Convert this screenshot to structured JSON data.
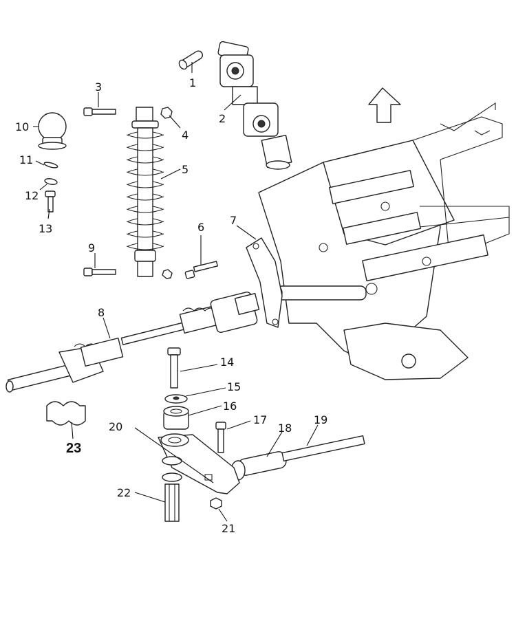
{
  "callouts": [
    {
      "id": "1",
      "label": "1"
    },
    {
      "id": "2",
      "label": "2"
    },
    {
      "id": "3",
      "label": "3"
    },
    {
      "id": "4",
      "label": "4"
    },
    {
      "id": "5",
      "label": "5"
    },
    {
      "id": "6",
      "label": "6"
    },
    {
      "id": "7",
      "label": "7"
    },
    {
      "id": "8",
      "label": "8"
    },
    {
      "id": "9",
      "label": "9"
    },
    {
      "id": "10",
      "label": "10"
    },
    {
      "id": "11",
      "label": "11"
    },
    {
      "id": "12",
      "label": "12"
    },
    {
      "id": "13",
      "label": "13"
    },
    {
      "id": "14",
      "label": "14"
    },
    {
      "id": "15",
      "label": "15"
    },
    {
      "id": "16",
      "label": "16"
    },
    {
      "id": "17",
      "label": "17"
    },
    {
      "id": "18",
      "label": "18"
    },
    {
      "id": "19",
      "label": "19"
    },
    {
      "id": "20",
      "label": "20"
    },
    {
      "id": "21",
      "label": "21"
    },
    {
      "id": "22",
      "label": "22"
    },
    {
      "id": "23",
      "label": "23"
    }
  ],
  "icons": {
    "direction": "front-arrow-icon",
    "kit": "kit-symbol-icon"
  }
}
